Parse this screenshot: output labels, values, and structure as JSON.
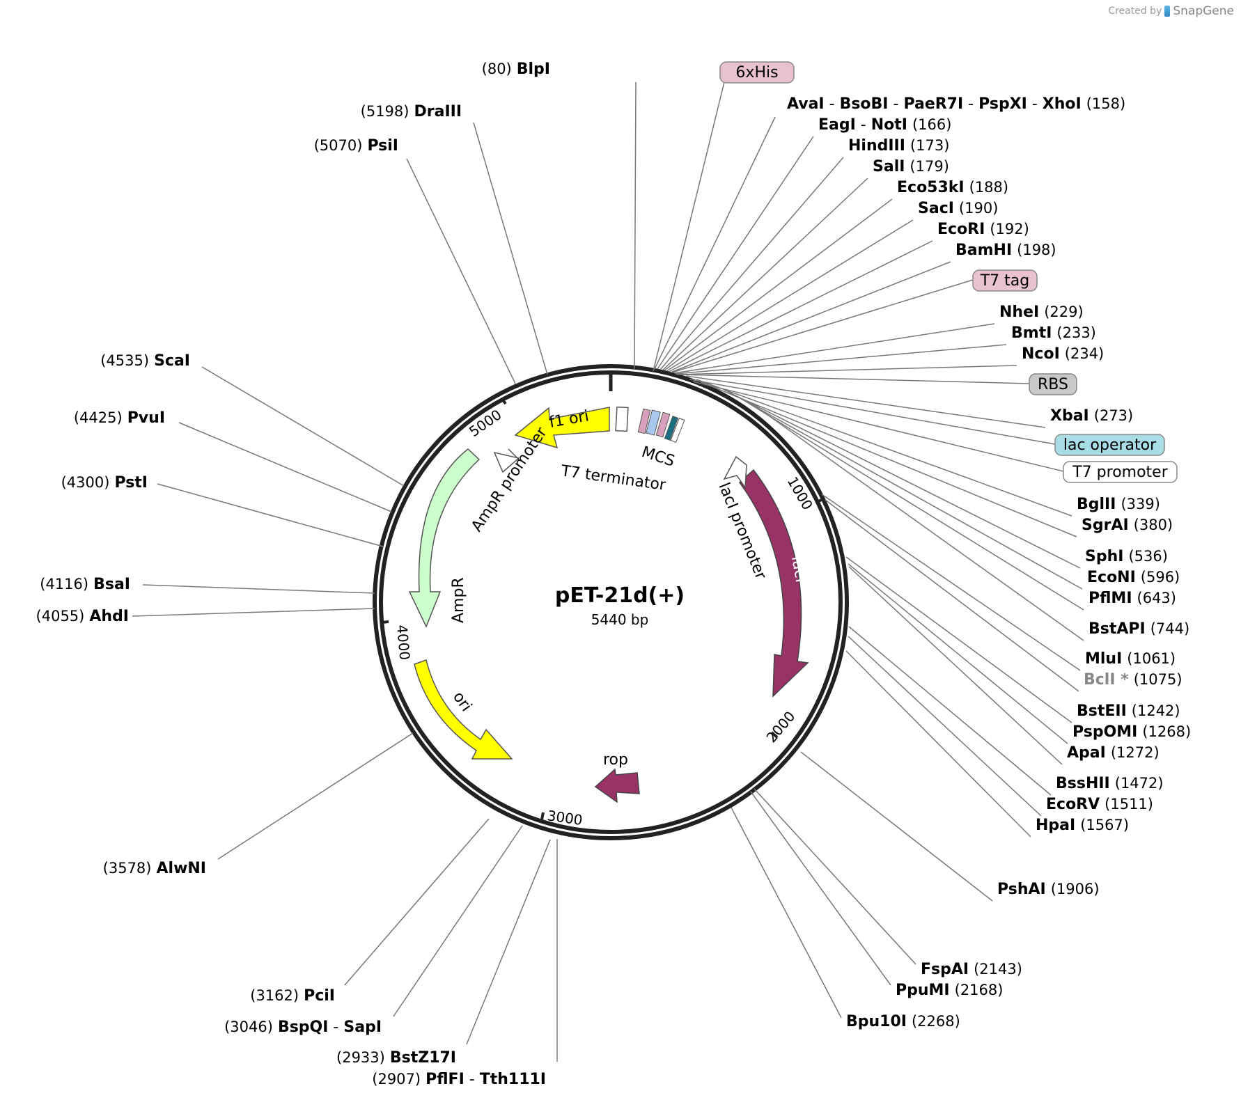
{
  "branding": {
    "created_by": "Created by",
    "app": "SnapGene"
  },
  "plasmid": {
    "name": "pET-21d(+)",
    "size": "5440 bp"
  },
  "ticks": [
    "1000",
    "2000",
    "3000",
    "4000",
    "5000"
  ],
  "features": [
    {
      "label": "f1 ori",
      "color": "#ffff00",
      "label_color": "#000000"
    },
    {
      "label": "AmpR promoter",
      "color": "#ffffff",
      "label_color": "#000000"
    },
    {
      "label": "AmpR",
      "color": "#ccffcc",
      "label_color": "#000000"
    },
    {
      "label": "ori",
      "color": "#ffff00",
      "label_color": "#000000"
    },
    {
      "label": "rop",
      "color": "#993366",
      "label_color": "#000000"
    },
    {
      "label": "lacI",
      "color": "#993366",
      "label_color": "#ffffff"
    },
    {
      "label": "lacI promoter",
      "color": "#ffffff",
      "label_color": "#000000"
    },
    {
      "label": "T7 terminator",
      "color": "#ffffff",
      "label_color": "#000000"
    },
    {
      "label": "MCS",
      "color": "#ffffff",
      "label_color": "#000000"
    }
  ],
  "feature_tags": [
    {
      "label": "6xHis",
      "color": "#e8c2d0"
    },
    {
      "label": "T7 tag",
      "color": "#e8c2d0"
    },
    {
      "label": "RBS",
      "color": "#c8c8c8"
    },
    {
      "label": "lac operator",
      "color": "#a8dde6"
    },
    {
      "label": "T7 promoter",
      "color": "#ffffff"
    }
  ],
  "sites": [
    {
      "id": "blpi",
      "names": [
        "BlpI"
      ],
      "pos": "(80)"
    },
    {
      "id": "xhoi",
      "names": [
        "AvaI",
        "BsoBI",
        "PaeR7I",
        "PspXI",
        "XhoI"
      ],
      "pos": "(158)"
    },
    {
      "id": "noti",
      "names": [
        "EagI",
        "NotI"
      ],
      "pos": "(166)"
    },
    {
      "id": "hindiii",
      "names": [
        "HindIII"
      ],
      "pos": "(173)"
    },
    {
      "id": "sali",
      "names": [
        "SalI"
      ],
      "pos": "(179)"
    },
    {
      "id": "eco53ki",
      "names": [
        "Eco53kI"
      ],
      "pos": "(188)"
    },
    {
      "id": "saci",
      "names": [
        "SacI"
      ],
      "pos": "(190)"
    },
    {
      "id": "ecori",
      "names": [
        "EcoRI"
      ],
      "pos": "(192)"
    },
    {
      "id": "bamhi",
      "names": [
        "BamHI"
      ],
      "pos": "(198)"
    },
    {
      "id": "nhei",
      "names": [
        "NheI"
      ],
      "pos": "(229)"
    },
    {
      "id": "bmti",
      "names": [
        "BmtI"
      ],
      "pos": "(233)"
    },
    {
      "id": "ncoi",
      "names": [
        "NcoI"
      ],
      "pos": "(234)"
    },
    {
      "id": "xbai",
      "names": [
        "XbaI"
      ],
      "pos": "(273)"
    },
    {
      "id": "bglii",
      "names": [
        "BglII"
      ],
      "pos": "(339)"
    },
    {
      "id": "sgrai",
      "names": [
        "SgrAI"
      ],
      "pos": "(380)"
    },
    {
      "id": "sphi",
      "names": [
        "SphI"
      ],
      "pos": "(536)"
    },
    {
      "id": "econi",
      "names": [
        "EcoNI"
      ],
      "pos": "(596)"
    },
    {
      "id": "pflmi",
      "names": [
        "PflMI"
      ],
      "pos": "(643)"
    },
    {
      "id": "bstapi",
      "names": [
        "BstAPI"
      ],
      "pos": "(744)"
    },
    {
      "id": "mlui",
      "names": [
        "MluI"
      ],
      "pos": "(1061)"
    },
    {
      "id": "bcli",
      "names": [
        "BclI *"
      ],
      "pos": "(1075)"
    },
    {
      "id": "bsteii",
      "names": [
        "BstEII"
      ],
      "pos": "(1242)"
    },
    {
      "id": "pspomi",
      "names": [
        "PspOMI"
      ],
      "pos": "(1268)"
    },
    {
      "id": "apai",
      "names": [
        "ApaI"
      ],
      "pos": "(1272)"
    },
    {
      "id": "bsshii",
      "names": [
        "BssHII"
      ],
      "pos": "(1472)"
    },
    {
      "id": "ecorv",
      "names": [
        "EcoRV"
      ],
      "pos": "(1511)"
    },
    {
      "id": "hpai",
      "names": [
        "HpaI"
      ],
      "pos": "(1567)"
    },
    {
      "id": "pshai",
      "names": [
        "PshAI"
      ],
      "pos": "(1906)"
    },
    {
      "id": "fspai",
      "names": [
        "FspAI"
      ],
      "pos": "(2143)"
    },
    {
      "id": "ppumi",
      "names": [
        "PpuMI"
      ],
      "pos": "(2168)"
    },
    {
      "id": "bpu10i",
      "names": [
        "Bpu10I"
      ],
      "pos": "(2268)"
    },
    {
      "id": "tth111i",
      "names": [
        "PflFI",
        "Tth111I"
      ],
      "pos": "(2907)"
    },
    {
      "id": "bstz17i",
      "names": [
        "BstZ17I"
      ],
      "pos": "(2933)"
    },
    {
      "id": "sapi",
      "names": [
        "BspQI",
        "SapI"
      ],
      "pos": "(3046)"
    },
    {
      "id": "pcii",
      "names": [
        "PciI"
      ],
      "pos": "(3162)"
    },
    {
      "id": "alwni",
      "names": [
        "AlwNI"
      ],
      "pos": "(3578)"
    },
    {
      "id": "ahdi",
      "names": [
        "AhdI"
      ],
      "pos": "(4055)"
    },
    {
      "id": "bsai",
      "names": [
        "BsaI"
      ],
      "pos": "(4116)"
    },
    {
      "id": "psti",
      "names": [
        "PstI"
      ],
      "pos": "(4300)"
    },
    {
      "id": "pvui",
      "names": [
        "PvuI"
      ],
      "pos": "(4425)"
    },
    {
      "id": "scai",
      "names": [
        "ScaI"
      ],
      "pos": "(4535)"
    },
    {
      "id": "psii",
      "names": [
        "PsiI"
      ],
      "pos": "(5070)"
    },
    {
      "id": "draiii",
      "names": [
        "DraIII"
      ],
      "pos": "(5198)"
    }
  ]
}
